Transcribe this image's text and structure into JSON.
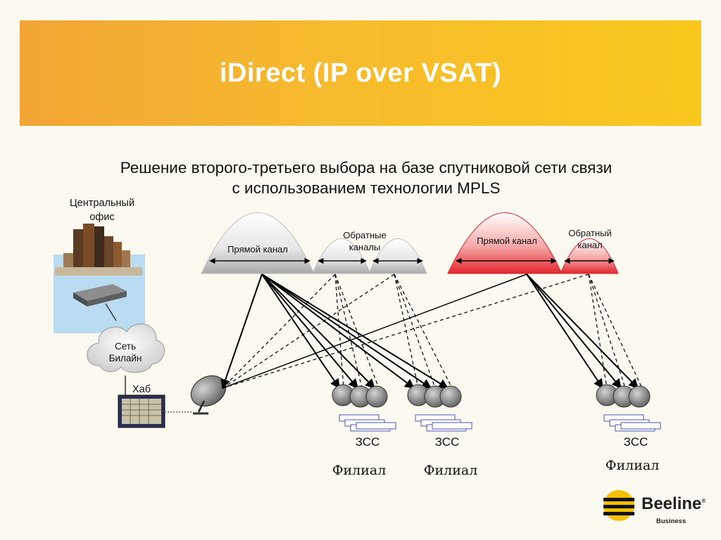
{
  "title": "iDirect (IP over VSAT)",
  "subtitle_line1": "Решение второго-третьего выбора на базе спутниковой сети связи",
  "subtitle_line2": "с использованием технологии MPLS",
  "central_office": "Центральный офис",
  "cloud_label": "Сеть Билайн",
  "hub_label": "Хаб",
  "beams": {
    "left_forward": "Прямой канал",
    "left_return": "Обратные каналы",
    "right_forward": "Прямой канал",
    "right_return": "Обратный канал"
  },
  "stations": [
    {
      "type": "ЗСС",
      "branch": "Филиал"
    },
    {
      "type": "ЗСС",
      "branch": "Филиал"
    },
    {
      "type": "ЗСС",
      "branch": "Филиал"
    }
  ],
  "logo": {
    "brand": "Beeline",
    "reg": "®",
    "sub": "Business"
  },
  "colors": {
    "banner_start": "#f2a434",
    "banner_end": "#fac81c",
    "red_beam": "#e8202a",
    "gray_beam": "#9a9a9a"
  }
}
